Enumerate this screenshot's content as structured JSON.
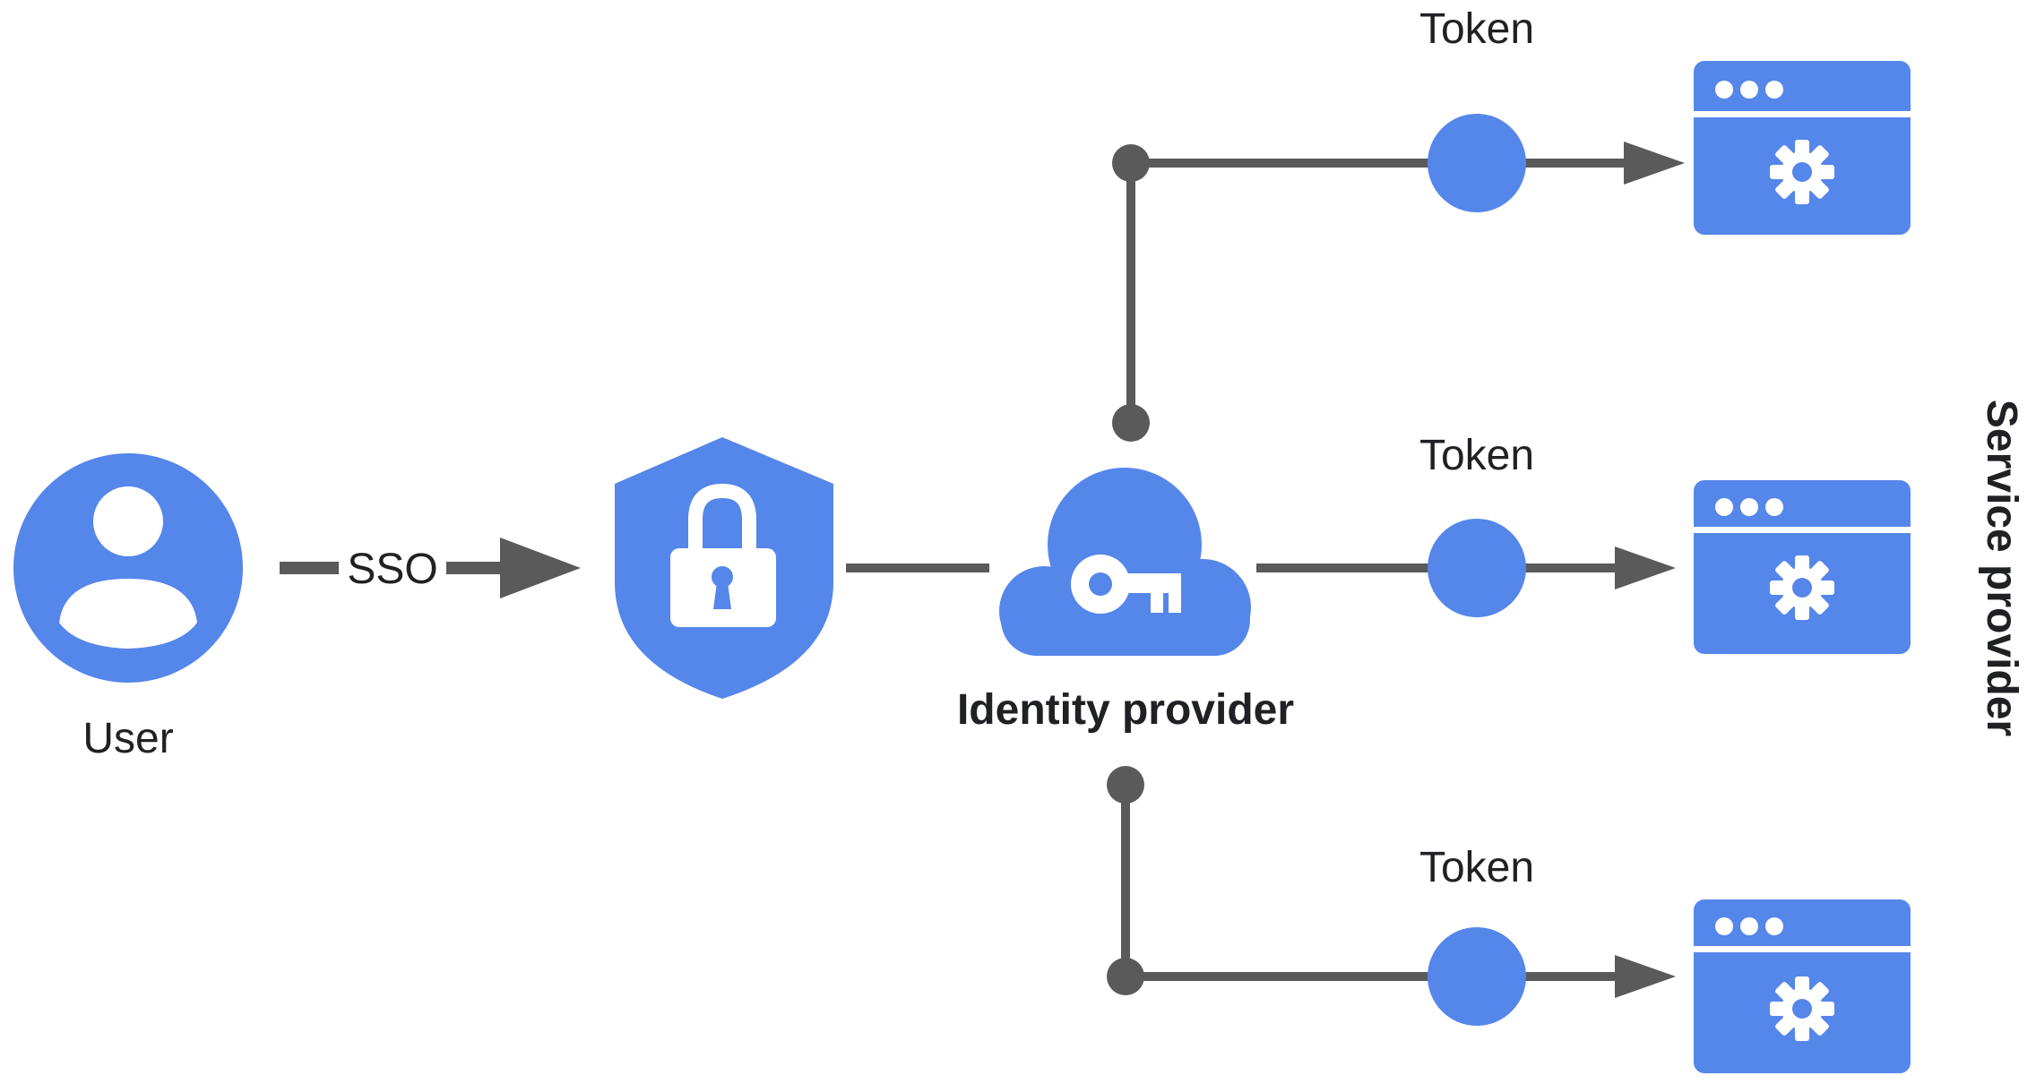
{
  "labels": {
    "sso": "SSO",
    "user": "User",
    "identity_provider": "Identity provider",
    "service_provider": "Service provider",
    "token_top": "Token",
    "token_middle": "Token",
    "token_bottom": "Token"
  },
  "icons": {
    "user": "user-avatar-icon",
    "shield": "shield-lock-icon",
    "cloud": "cloud-key-icon",
    "token": "token-circle-icon",
    "app": "app-window-gear-icon"
  },
  "colors": {
    "accent": "#5586ea",
    "connector": "#5a5a5a",
    "text": "#202124",
    "background": "#ffffff"
  }
}
